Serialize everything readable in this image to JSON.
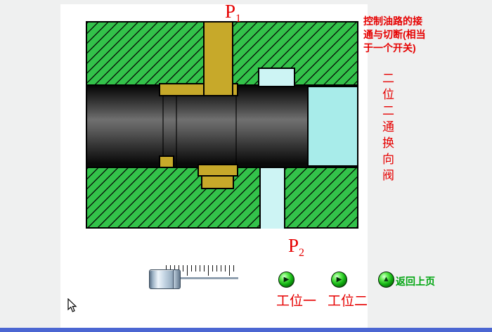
{
  "diagram": {
    "port_top": {
      "letter": "P",
      "sub": "1"
    },
    "port_bottom": {
      "letter": "P",
      "sub": "2"
    },
    "note_lines": [
      "控制油路的接",
      "通与切断(相当",
      "于一个开关)"
    ],
    "valve_name": "二位二通换向阀"
  },
  "controls": {
    "play_glyph": "▶",
    "back_glyph": "▲",
    "back_label": "返回上页",
    "station1_label": "工位一",
    "station2_label": "工位二"
  },
  "colors": {
    "valve_body_green": "#33c24a",
    "port_yellow": "#c7a92a",
    "chamber_cyan": "#a8ecea",
    "channel_cyan": "#cdf4f4",
    "label_red": "#e60000",
    "link_green": "#00a510",
    "bottom_bar_blue": "#4b66d2"
  }
}
